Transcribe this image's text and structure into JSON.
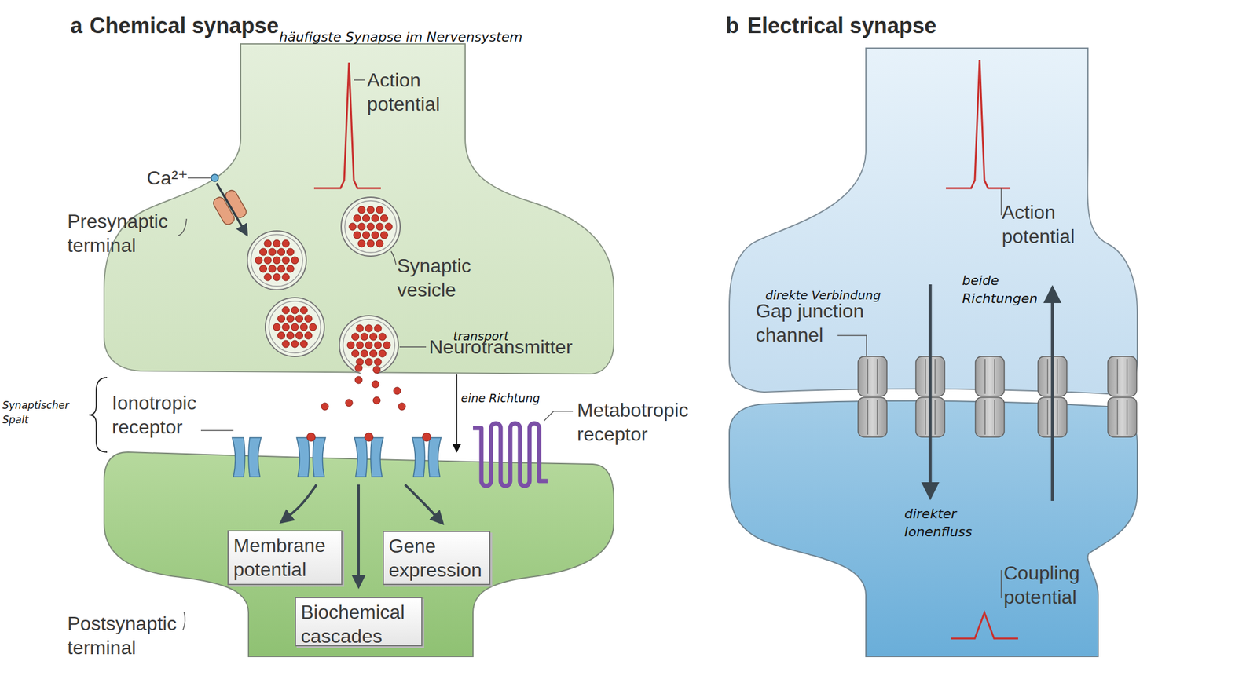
{
  "diagram": {
    "nodes": [
      {
        "text": [
          "Membrane potential"
        ]
      },
      {
        "text": [
          "Gene expression"
        ]
      },
      {
        "text": [
          "Biochemical cascades"
        ]
      }
    ],
    "labels": [
      "a",
      "Chemical synapse",
      "häufigste Synapse im Nervensystem",
      "Action potential",
      "Ca²⁺",
      "Presynaptic terminal",
      "Synaptic vesicle",
      "transport",
      "Neurotransmitter",
      "Synaptischer Spalt",
      "Ionotropic receptor",
      "eine Richtung",
      "Metabotropic receptor",
      "Postsynaptic terminal",
      "b",
      "Electrical synapse",
      "Action potential",
      "direkte Verbindung",
      "Gap junction channel",
      "beide Richtungen",
      "direkter Ionenfluss",
      "Coupling potential"
    ]
  }
}
